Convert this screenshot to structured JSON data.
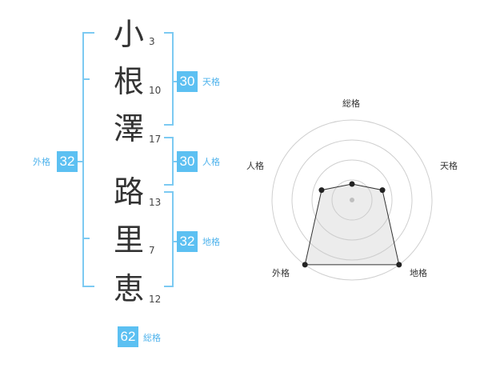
{
  "name_chars": [
    {
      "char": "小",
      "strokes": "3"
    },
    {
      "char": "根",
      "strokes": "10"
    },
    {
      "char": "澤",
      "strokes": "17"
    },
    {
      "char": "路",
      "strokes": "13"
    },
    {
      "char": "里",
      "strokes": "7"
    },
    {
      "char": "恵",
      "strokes": "12"
    }
  ],
  "fortunes": {
    "tenkaku": {
      "value": "30",
      "label": "天格"
    },
    "jinkaku": {
      "value": "30",
      "label": "人格"
    },
    "chikaku": {
      "value": "32",
      "label": "地格"
    },
    "gaikaku": {
      "value": "32",
      "label": "外格"
    },
    "soukaku": {
      "value": "62",
      "label": "総格"
    }
  },
  "colors": {
    "accent": "#5cc0f2",
    "bracket": "#7ccaf2"
  },
  "chart_data": {
    "type": "radar",
    "axes": [
      "総格",
      "天格",
      "地格",
      "外格",
      "人格"
    ],
    "levels": 4,
    "values": [
      1,
      2,
      5,
      5,
      2
    ],
    "max": 5
  }
}
